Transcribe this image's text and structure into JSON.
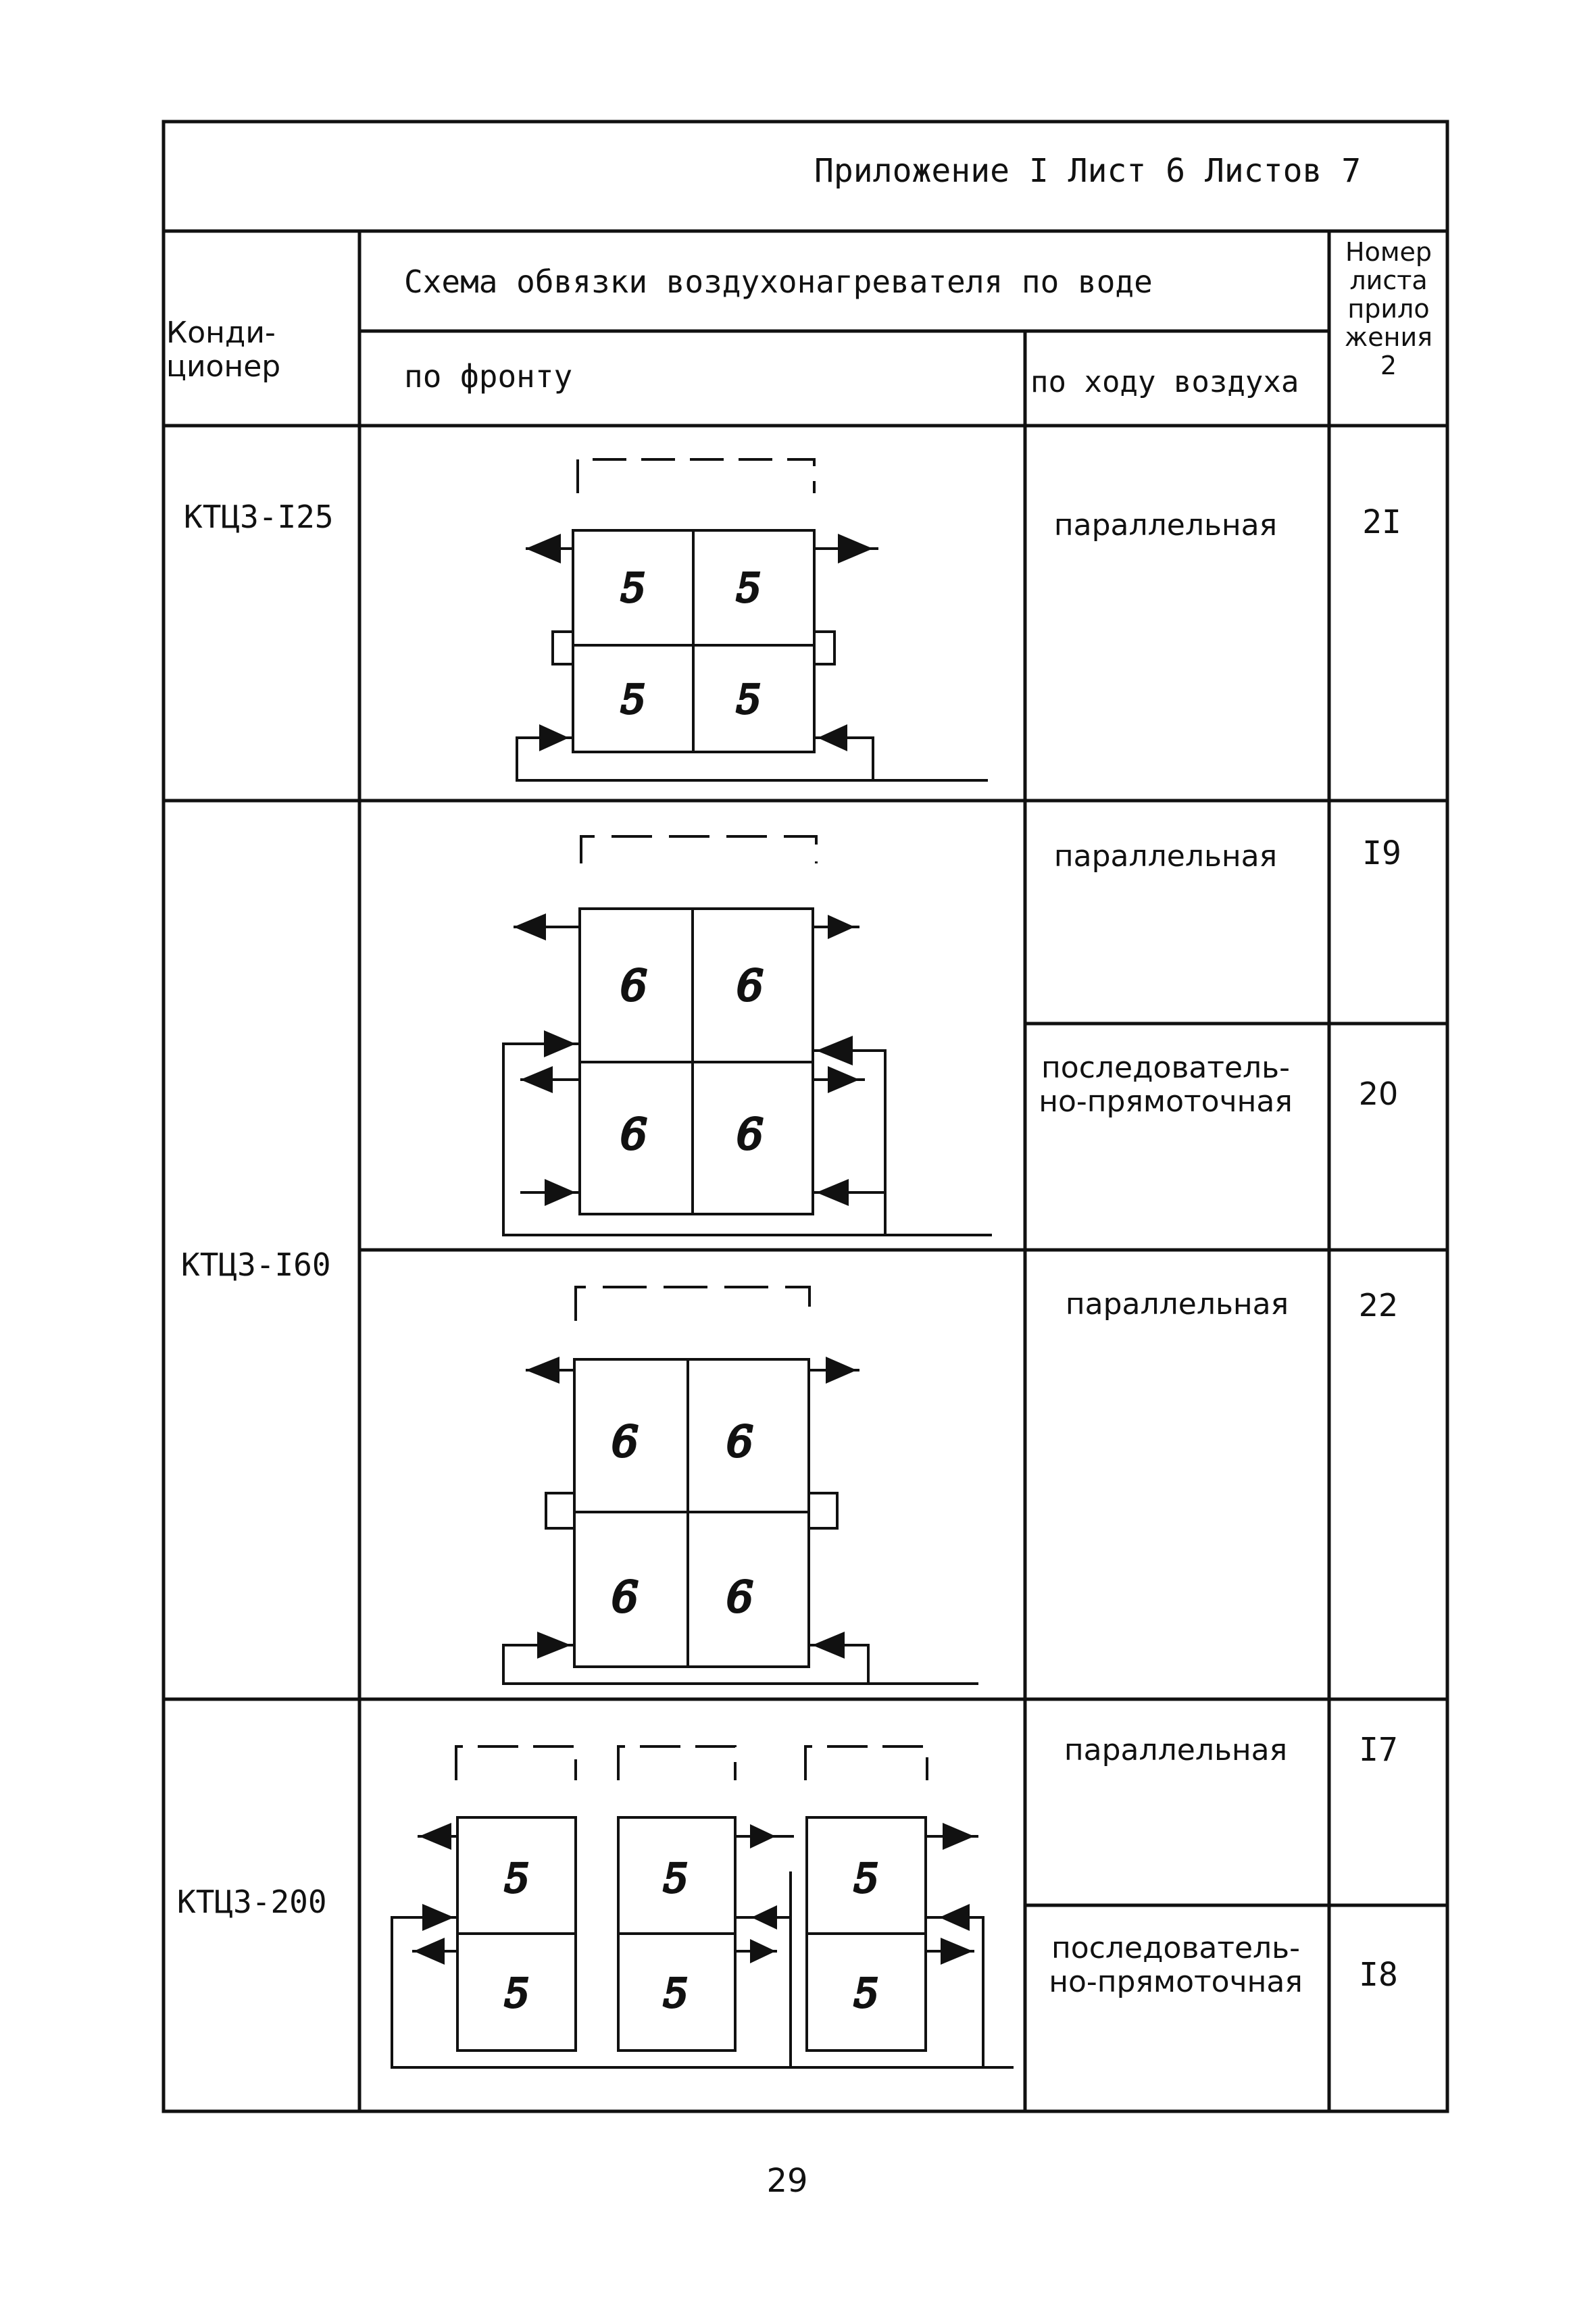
{
  "header": {
    "title": "Приложение I Лист 6 Листов 7"
  },
  "table": {
    "col_conditioner": "Кон­ди-\nционер",
    "col_conditioner_lines": [
      "Конди-",
      "ционер"
    ],
    "col_scheme": "Схема обвязки воздухонагревателя по воде",
    "col_front": "по фронту",
    "col_airflow": "по ходу воздуха",
    "col_sheet_lines": [
      "Номер",
      "листа",
      "прило",
      "жения",
      "2"
    ],
    "rows": [
      {
        "conditioner": "КТЦ3-І25",
        "airflow": [
          "параллельная"
        ],
        "sheet": "2I",
        "cell_digit": "5"
      },
      {
        "conditioner": "КТЦ3-І60",
        "airflow": [
          "параллельная"
        ],
        "sheet": "I9",
        "cell_digit": "6"
      },
      {
        "conditioner": "",
        "airflow": [
          "последователь-",
          "но-прямоточная"
        ],
        "sheet": "20",
        "cell_digit": "6"
      },
      {
        "conditioner": "",
        "airflow": [
          "параллельная"
        ],
        "sheet": "22",
        "cell_digit": "6"
      },
      {
        "conditioner": "КТЦ3-200",
        "airflow": [
          "параллельная"
        ],
        "sheet": "I7",
        "cell_digit": "5"
      },
      {
        "conditioner": "",
        "airflow": [
          "последователь-",
          "но-прямоточная"
        ],
        "sheet": "I8",
        "cell_digit": "5"
      }
    ]
  },
  "footer": {
    "page_number": "29"
  }
}
